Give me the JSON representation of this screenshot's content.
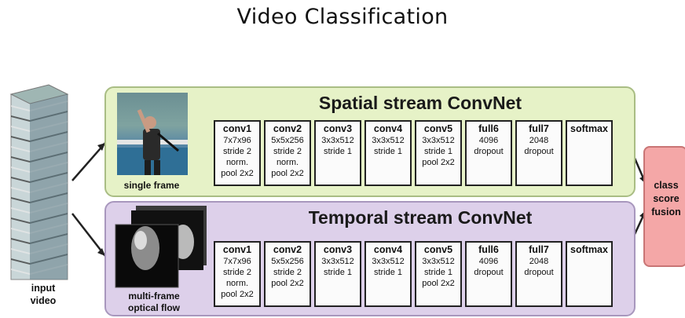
{
  "title": "Video Classification",
  "input_caption": [
    "input",
    "video"
  ],
  "spatial": {
    "title": "Spatial stream ConvNet",
    "caption": "single frame",
    "layers": [
      {
        "name": "conv1",
        "lines": [
          "7x7x96",
          "stride 2",
          "norm.",
          "pool 2x2"
        ]
      },
      {
        "name": "conv2",
        "lines": [
          "5x5x256",
          "stride 2",
          "norm.",
          "pool 2x2"
        ]
      },
      {
        "name": "conv3",
        "lines": [
          "3x3x512",
          "stride 1"
        ]
      },
      {
        "name": "conv4",
        "lines": [
          "3x3x512",
          "stride 1"
        ]
      },
      {
        "name": "conv5",
        "lines": [
          "3x3x512",
          "stride 1",
          "pool 2x2"
        ]
      },
      {
        "name": "full6",
        "lines": [
          "4096",
          "dropout"
        ]
      },
      {
        "name": "full7",
        "lines": [
          "2048",
          "dropout"
        ]
      },
      {
        "name": "softmax",
        "lines": []
      }
    ]
  },
  "temporal": {
    "title": "Temporal stream ConvNet",
    "caption": [
      "multi-frame",
      "optical flow"
    ],
    "layers": [
      {
        "name": "conv1",
        "lines": [
          "7x7x96",
          "stride 2",
          "norm.",
          "pool 2x2"
        ]
      },
      {
        "name": "conv2",
        "lines": [
          "5x5x256",
          "stride 2",
          "pool 2x2"
        ]
      },
      {
        "name": "conv3",
        "lines": [
          "3x3x512",
          "stride 1"
        ]
      },
      {
        "name": "conv4",
        "lines": [
          "3x3x512",
          "stride 1"
        ]
      },
      {
        "name": "conv5",
        "lines": [
          "3x3x512",
          "stride 1",
          "pool 2x2"
        ]
      },
      {
        "name": "full6",
        "lines": [
          "4096",
          "dropout"
        ]
      },
      {
        "name": "full7",
        "lines": [
          "2048",
          "dropout"
        ]
      },
      {
        "name": "softmax",
        "lines": []
      }
    ]
  },
  "fusion": [
    "class",
    "score",
    "fusion"
  ]
}
